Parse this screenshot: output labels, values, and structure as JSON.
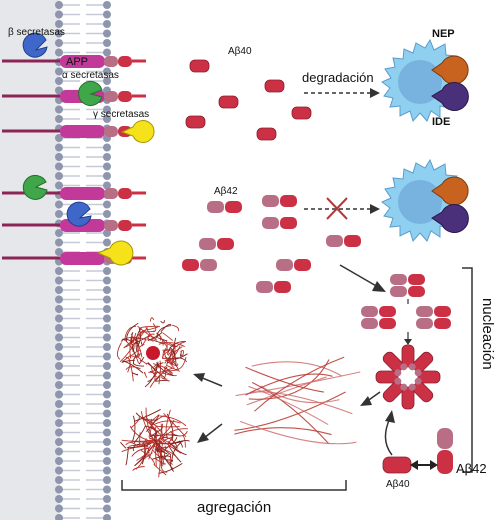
{
  "colors": {
    "background": "#ffffff",
    "left_panel": "#e6e7ea",
    "membrane_head": "#8e96ad",
    "membrane_tail": "#c5cad6",
    "app": "#c2399a",
    "app_dark": "#8a2555",
    "abeta": "#cc3045",
    "abeta_pink": "#b86f86",
    "beta_secretase": "#3f67c9",
    "alpha_secretase": "#3fa64a",
    "gamma_secretase": "#f5e21a",
    "cell": "#8fd0f0",
    "cell_nucleus": "#6ea6d8",
    "nep": "#c8631f",
    "ide": "#4a2f7a",
    "fibril": "#b7322c",
    "fibril_light": "#cf6e6e",
    "arrow": "#333333"
  },
  "icons": [
    "beta-secretase-icon",
    "alpha-secretase-icon",
    "gamma-secretase-icon",
    "microglia-cell-icon",
    "nep-enzyme-icon",
    "ide-enzyme-icon",
    "blocked-x-icon",
    "plaque-core-icon"
  ],
  "labels": {
    "beta_secretasas": "β  secretasas",
    "app": "APP",
    "alpha_secretasas": "α secretasas",
    "gamma_secretasas": "γ secretasas",
    "abeta40_top": "Aβ40",
    "degradacion": "degradación",
    "nep": "NEP",
    "ide": "IDE",
    "abeta42_mid": "Aβ42",
    "nucleacion": "nucleación",
    "agregacion": "agregación",
    "abeta40_bottom": "Aβ40",
    "abeta42_bottom": "Aβ42"
  }
}
